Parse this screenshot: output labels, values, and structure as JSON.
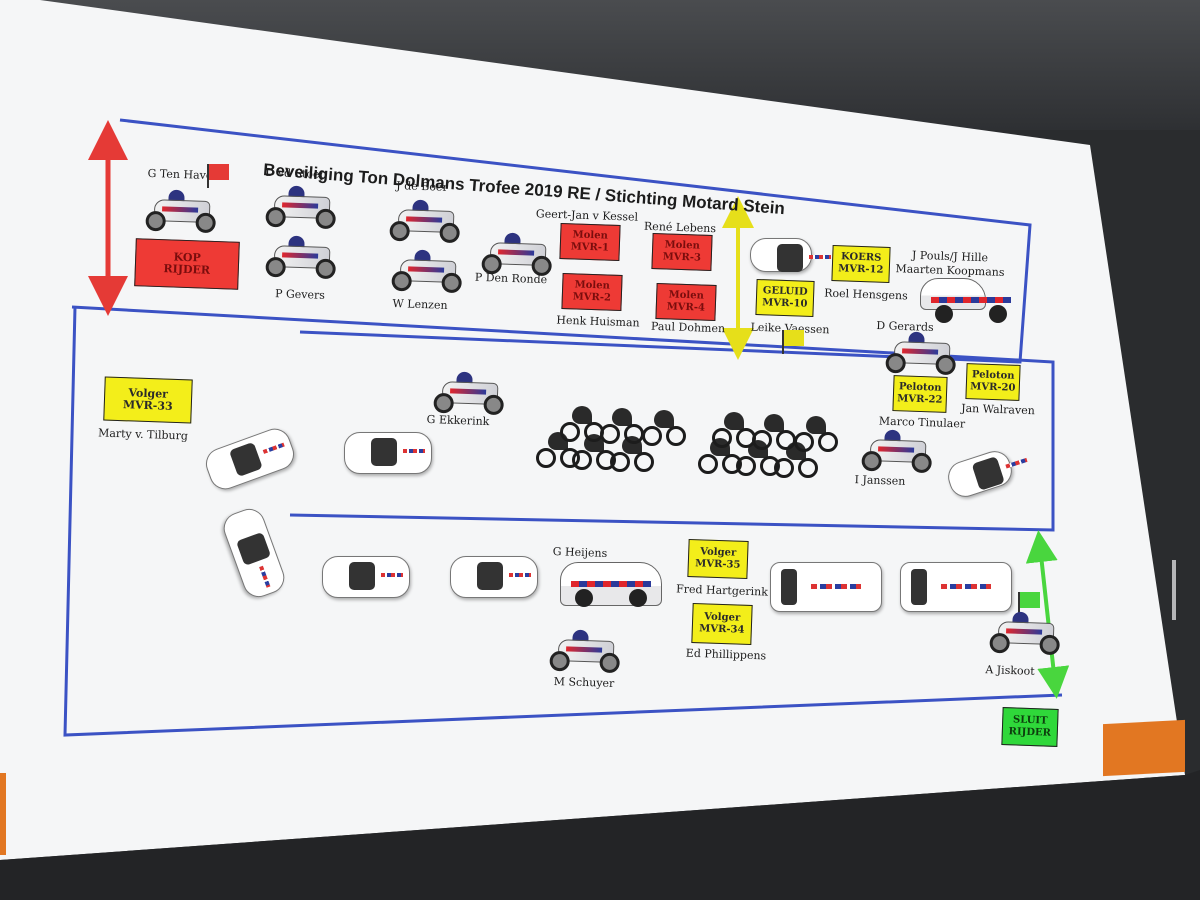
{
  "title": "Beveiliging Ton Dolmans Trofee 2019 RE / Stichting Motard Stein",
  "names": {
    "g_ten_have": "G Ten Have",
    "d_vd_stoep": "D vd Stoep",
    "p_gevers": "P Gevers",
    "j_de_boer": "J de Boer",
    "w_lenzen": "W Lenzen",
    "p_den_ronde": "P Den Ronde",
    "geert_jan": "Geert-Jan v Kessel",
    "henk_huisman": "Henk Huisman",
    "rene_lebens": "René Lebens",
    "paul_dohmen": "Paul Dohmen",
    "leike_vaessen": "Leike Vaessen",
    "roel_hensgens": "Roel Hensgens",
    "j_pouls": "J Pouls/J Hille",
    "maarten_koopmans": "Maarten Koopmans",
    "d_gerards": "D Gerards",
    "marco_tinulaer": "Marco Tinulaer",
    "jan_walraven": "Jan Walraven",
    "g_ekkerink": "G Ekkerink",
    "marty": "Marty v. Tilburg",
    "i_janssen": "I Janssen",
    "g_heijens": "G Heijens",
    "fred_hartgerink": "Fred Hartgerink",
    "ed_phillippens": "Ed Phillippens",
    "m_schuyer": "M Schuyer",
    "a_jiskoot": "A Jiskoot"
  },
  "boxes": {
    "kop": [
      "KOP",
      "RIJDER"
    ],
    "mvr1": [
      "Molen",
      "MVR-1"
    ],
    "mvr2": [
      "Molen",
      "MVR-2"
    ],
    "mvr3": [
      "Molen",
      "MVR-3"
    ],
    "mvr4": [
      "Molen",
      "MVR-4"
    ],
    "mvr10": [
      "GELUID",
      "MVR-10"
    ],
    "mvr12": [
      "KOERS",
      "MVR-12"
    ],
    "mvr22": [
      "Peloton",
      "MVR-22"
    ],
    "mvr20": [
      "Peloton",
      "MVR-20"
    ],
    "mvr33": [
      "Volger",
      "MVR-33"
    ],
    "mvr35": [
      "Volger",
      "MVR-35"
    ],
    "mvr34": [
      "Volger",
      "MVR-34"
    ],
    "sluit": [
      "SLUIT",
      "RIJDER"
    ]
  },
  "colors": {
    "frame_line": "#3b52c4",
    "red_box": "#ee3a35",
    "yellow_box": "#f3ee1a",
    "green_box": "#2fd83a",
    "arrow_red": "#e53a36",
    "arrow_yellow": "#e6df1a",
    "arrow_green": "#49d63e"
  }
}
